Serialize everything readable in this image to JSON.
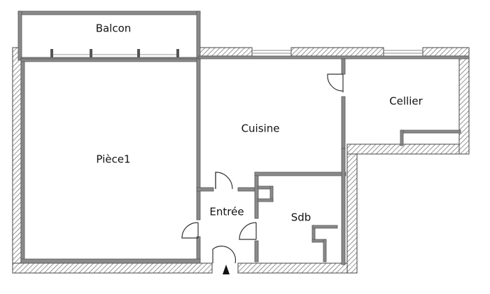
{
  "plan": {
    "rooms": [
      {
        "id": "balcon",
        "label": "Balcon"
      },
      {
        "id": "piece1",
        "label": "Pièce1"
      },
      {
        "id": "cuisine",
        "label": "Cuisine"
      },
      {
        "id": "cellier",
        "label": "Cellier"
      },
      {
        "id": "entree",
        "label": "Entrée"
      },
      {
        "id": "sdb",
        "label": "Sdb"
      }
    ],
    "colors": {
      "wall": "#8a8a8a",
      "wall_stroke": "#555555",
      "hatch": "#7a7a7a",
      "door_line": "#333333",
      "window": "#cfcfcf"
    },
    "entrance_marker": "triangle-arrow-up"
  }
}
